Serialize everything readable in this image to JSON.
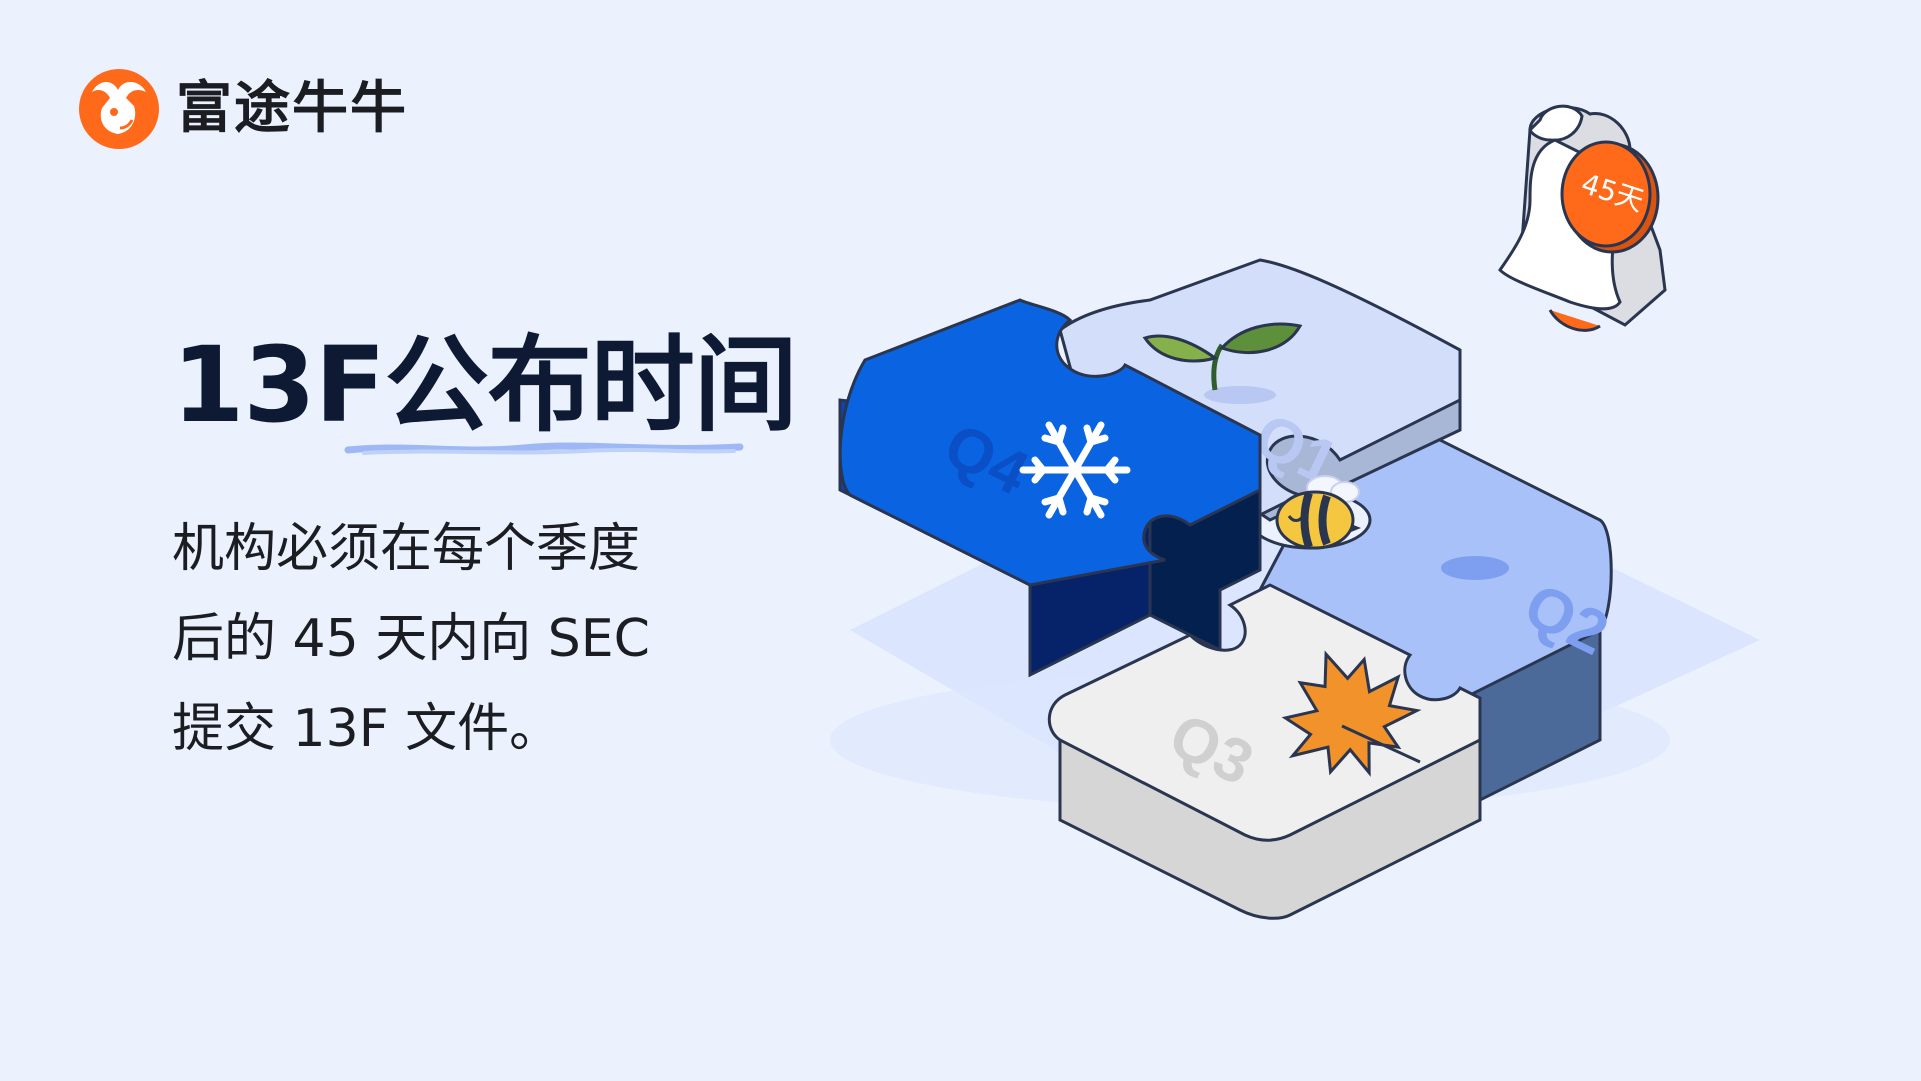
{
  "brand": {
    "name": "富途牛牛",
    "logo_icon": "futu-bull-logo-icon",
    "accent": "#FF6A1A"
  },
  "heading": {
    "title": "13F公布时间"
  },
  "body": {
    "lines": [
      "机构必须在每个季度",
      "后的 45 天内向 SEC",
      "提交 13F 文件。"
    ]
  },
  "illustration": {
    "quarters": {
      "q1": "Q1",
      "q2": "Q2",
      "q3": "Q3",
      "q4": "Q4"
    },
    "bell_badge": "45天",
    "colors": {
      "q4": "#0A63E0",
      "q1": "#D3DEFA",
      "q2": "#A8C1F8",
      "q3": "#EFEFEF",
      "bell_badge": "#FF6A1A"
    }
  }
}
